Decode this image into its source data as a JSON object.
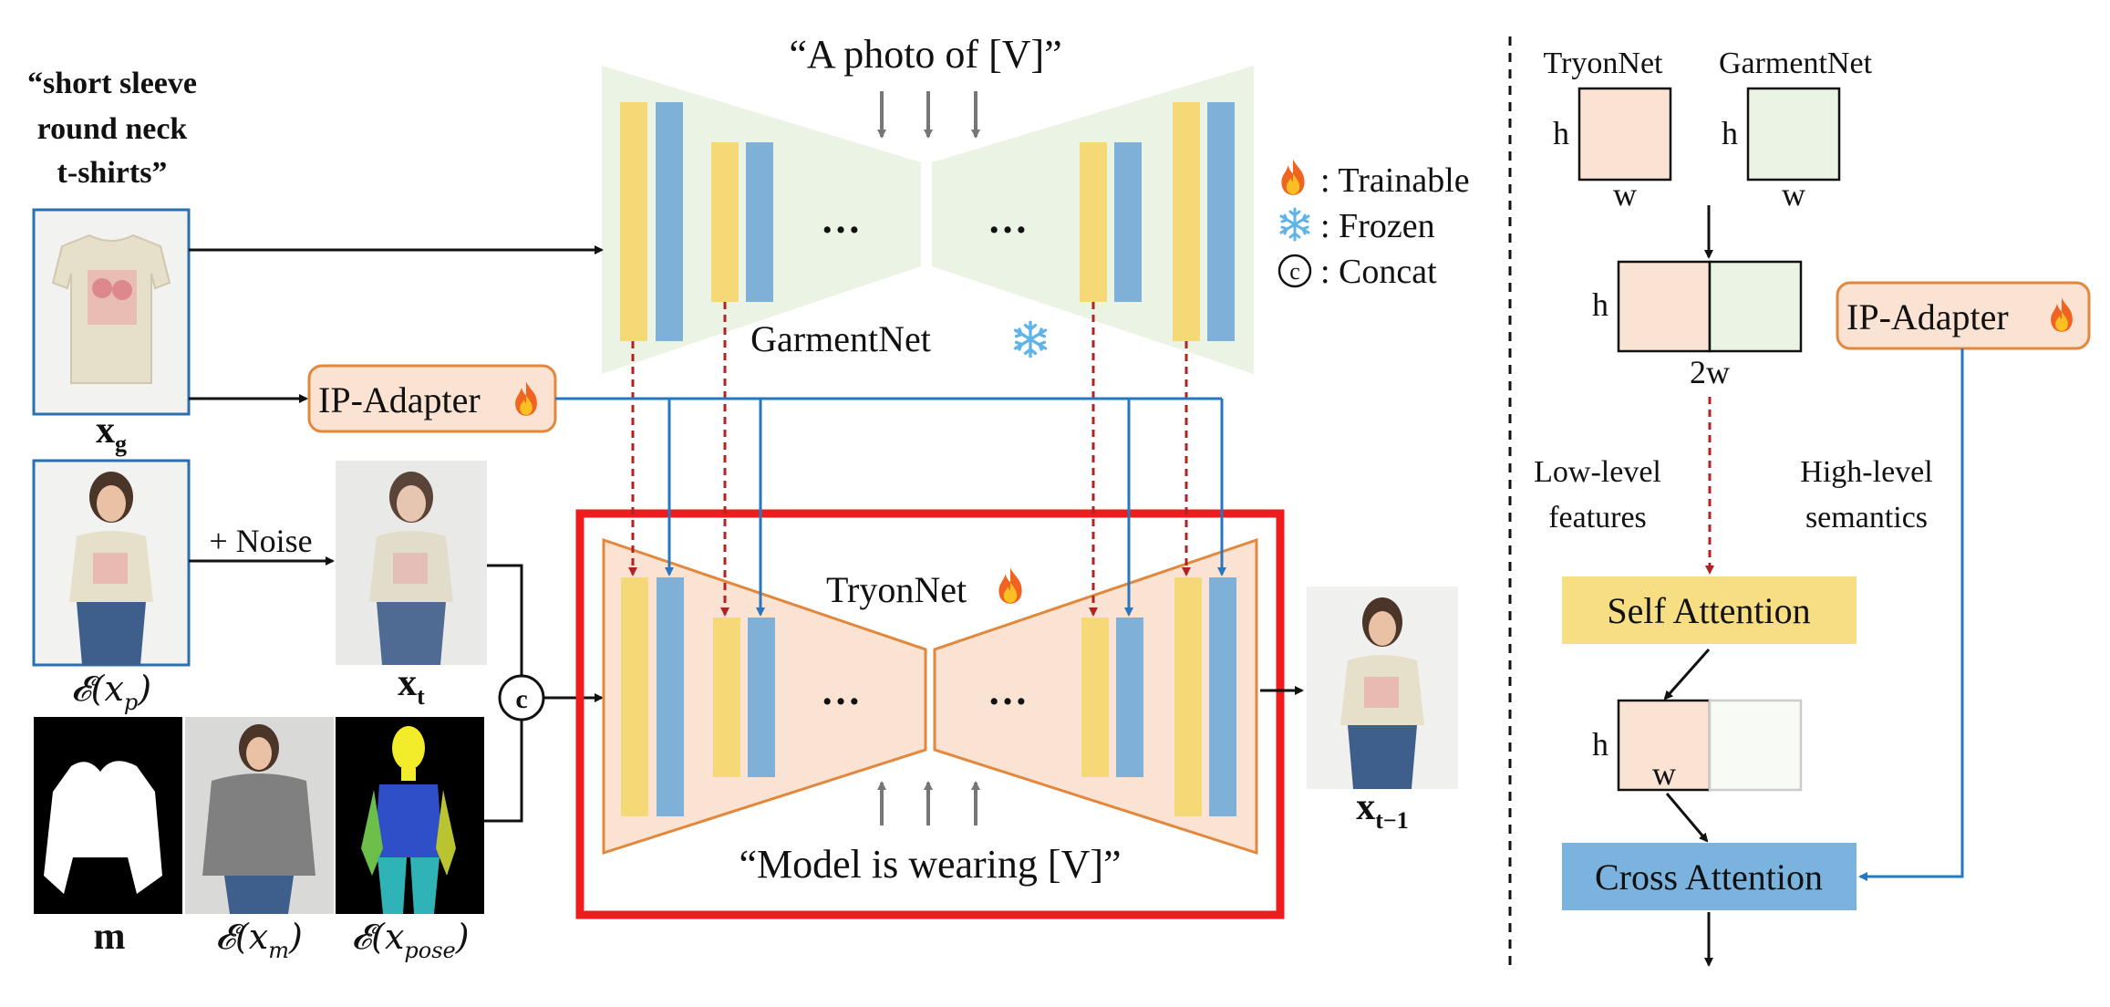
{
  "prompt": {
    "line1": "“short sleeve",
    "line2": "round neck",
    "line3": "t-shirts”"
  },
  "text_top": "“A photo of [V]”",
  "text_bottom": "“Model is wearing [V]”",
  "garmentnet_label": "GarmentNet",
  "tryonnet_label": "TryonNet",
  "ip_adapter_label": "IP-Adapter",
  "noise_label": "+ Noise",
  "ellipsis": "…",
  "concat_symbol": "c",
  "legend": [
    {
      "icon": "fire-icon",
      "text": ": Trainable"
    },
    {
      "icon": "snowflake-icon",
      "text": ": Frozen"
    },
    {
      "icon": "concat-icon",
      "symbol": "c",
      "text": ": Concat"
    }
  ],
  "inputs": {
    "xg": "x",
    "xg_sub": "g",
    "exp": "𝓔(x",
    "exp_sub": "p",
    "xt": "x",
    "xt_sub": "t",
    "m": "m",
    "exm": "𝓔(x",
    "exm_sub": "m",
    "expose": "𝓔(x",
    "expose_sub": "pose",
    "close_paren": ")",
    "out": "x",
    "out_sub": "t−1"
  },
  "right_panel": {
    "tryonnet": "TryonNet",
    "garmentnet": "GarmentNet",
    "h": "h",
    "w": "w",
    "two_w": "2w",
    "low_level_1": "Low-level",
    "low_level_2": "features",
    "high_level_1": "High-level",
    "high_level_2": "semantics",
    "self_attention": "Self Attention",
    "cross_attention": "Cross Attention",
    "ip_adapter": "IP-Adapter"
  },
  "colors": {
    "tryon_fill": "#fbe3d3",
    "garment_fill": "#eaf3e4",
    "block_yellow": "#f5d977",
    "block_blue": "#7fb0d8",
    "orange_border": "#e2873b",
    "red_frame": "#ee1c1c",
    "dashed_red": "#b22222",
    "blue_line": "#2677c0",
    "self_attn_fill": "#f8de82",
    "cross_attn_fill": "#79b3de"
  }
}
